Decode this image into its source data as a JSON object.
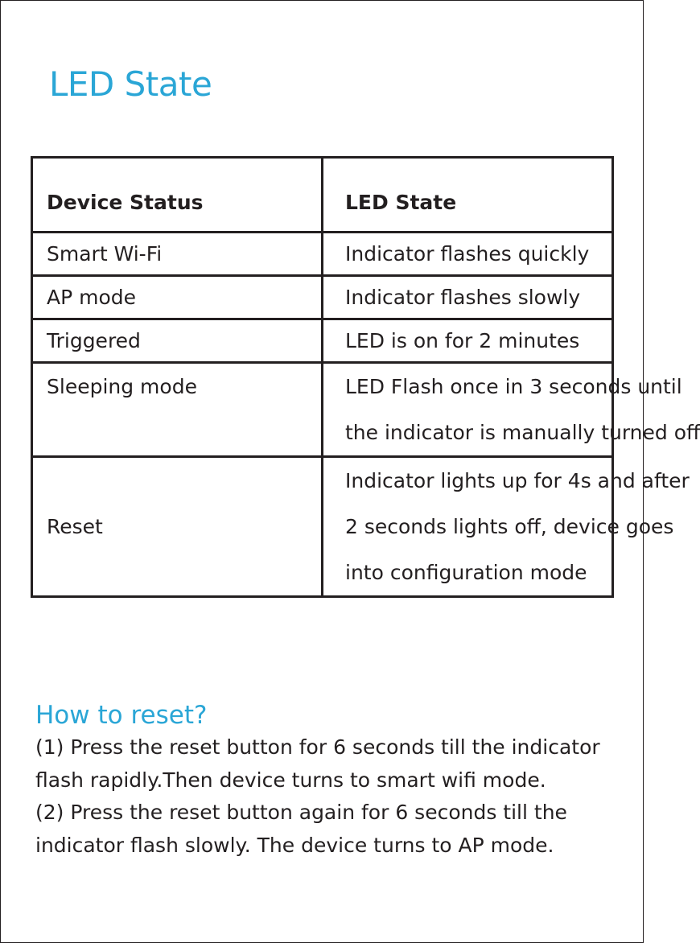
{
  "title": "LED State",
  "table": {
    "headers": [
      "Device Status",
      "LED State"
    ],
    "rows": [
      {
        "status": "Smart Wi-Fi",
        "led": [
          "Indicator flashes quickly"
        ]
      },
      {
        "status": "AP mode",
        "led": [
          "Indicator flashes slowly"
        ]
      },
      {
        "status": "Triggered",
        "led": [
          "LED is on for 2 minutes"
        ]
      },
      {
        "status": "Sleeping mode",
        "led": [
          "LED Flash once in 3 seconds until",
          "the indicator is manually turned off"
        ]
      },
      {
        "status": "Reset",
        "led": [
          "Indicator lights up for 4s and after",
          "2 seconds lights off, device goes",
          "into configuration mode"
        ]
      }
    ]
  },
  "reset": {
    "title": "How to reset?",
    "lines": [
      "(1) Press the reset button for 6 seconds till the indicator",
      "flash rapidly.Then device turns to smart wifi mode.",
      "(2) Press the reset button again for 6 seconds till the",
      "indicator flash slowly. The device turns to AP mode."
    ]
  },
  "colors": {
    "accent": "#2aa6d6",
    "text": "#231f20"
  }
}
